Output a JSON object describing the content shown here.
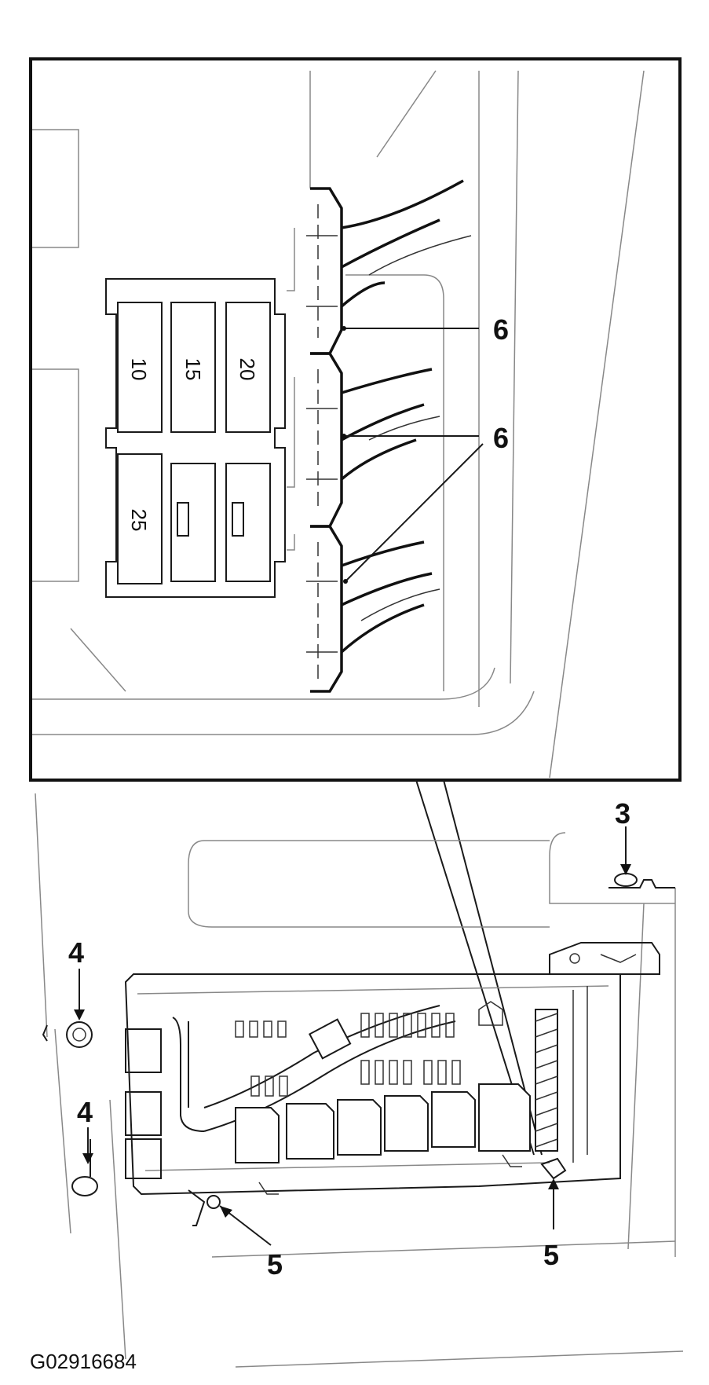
{
  "fuses": {
    "f10": "10",
    "f15": "15",
    "f20": "20",
    "f25": "25"
  },
  "callouts": {
    "c6a": "6",
    "c6b": "6",
    "c3": "3",
    "c4a": "4",
    "c4b": "4",
    "c5a": "5",
    "c5b": "5"
  },
  "figure_id": "G02916684"
}
